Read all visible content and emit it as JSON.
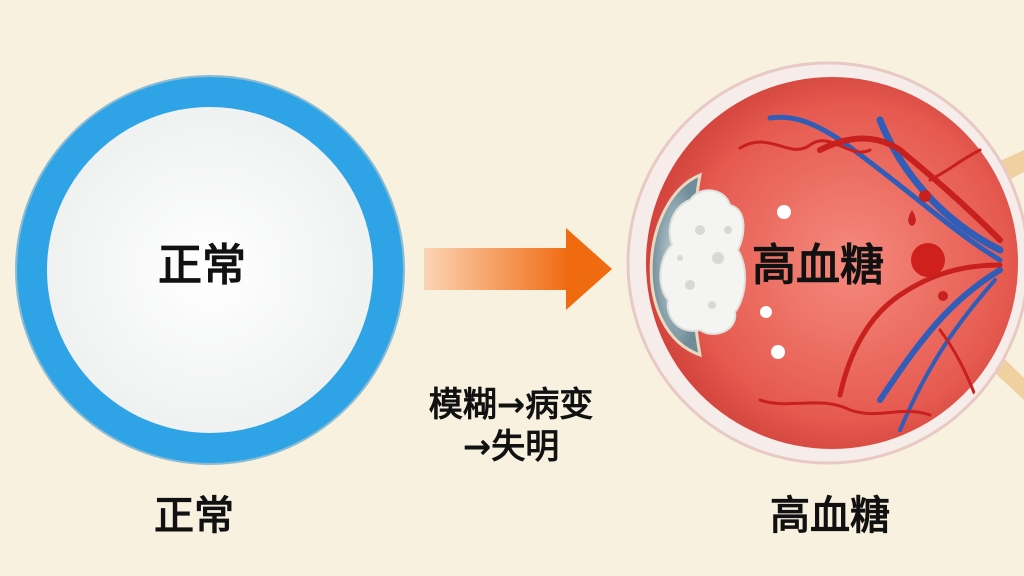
{
  "normal": {
    "inner_label": "正常",
    "caption": "正常"
  },
  "diabetes": {
    "inner_label": "高血糖",
    "caption": "高血糖"
  },
  "progression": {
    "line1": "模糊→病变",
    "line2": "→失明"
  },
  "colors": {
    "background": "#f8f1df",
    "normal_ring": "#2ea3e6",
    "arrow_start": "#fbd4b4",
    "arrow_end": "#f06a10",
    "retina": "#e65a50",
    "vessel_red": "#c8201e",
    "vessel_blue": "#2f5db8",
    "cataract": "#f4f4f2"
  }
}
